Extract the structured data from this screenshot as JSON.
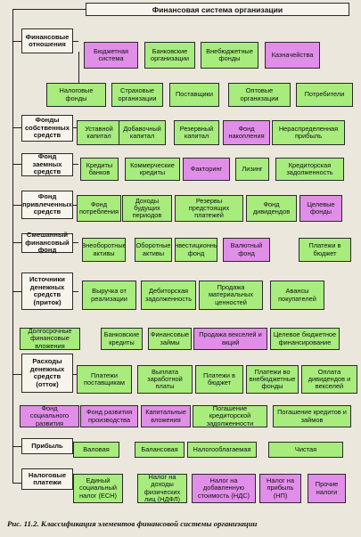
{
  "title": "Финансовая система организации",
  "caption": "Рис. 11.2. Классификация элементов финансовой системы организации",
  "colors": {
    "green": "#a7ec7d",
    "pink": "#e08ee8",
    "paper": "#f7f4ec"
  },
  "categories": [
    {
      "label": "Финансовые отношения"
    },
    {
      "label": "Фонды собственных средств"
    },
    {
      "label": "Фонд заемных средств"
    },
    {
      "label": "Фонд привлеченных средств"
    },
    {
      "label": "Смешанный финансовый фонд"
    },
    {
      "label": "Источники денежных средств (приток)"
    },
    {
      "label": "Расходы денежных средств (отток)"
    },
    {
      "label": "Прибыль"
    },
    {
      "label": "Налоговые платежи"
    }
  ],
  "items": [
    {
      "label": "Бюджетная система",
      "color": "pink"
    },
    {
      "label": "Банковские организации",
      "color": "green"
    },
    {
      "label": "Внебюджетные фонды",
      "color": "green"
    },
    {
      "label": "Казначейства",
      "color": "pink"
    },
    {
      "label": "Налоговые фонды",
      "color": "green"
    },
    {
      "label": "Страховые организации",
      "color": "green"
    },
    {
      "label": "Поставщики",
      "color": "green"
    },
    {
      "label": "Оптовые организации",
      "color": "green"
    },
    {
      "label": "Потребители",
      "color": "green"
    },
    {
      "label": "Уставной капитал",
      "color": "green"
    },
    {
      "label": "Добавочный капитал",
      "color": "green"
    },
    {
      "label": "Резервный капитал",
      "color": "green"
    },
    {
      "label": "Фонд накопления",
      "color": "pink"
    },
    {
      "label": "Нераспределенная прибыль",
      "color": "green"
    },
    {
      "label": "Кредиты банков",
      "color": "green"
    },
    {
      "label": "Коммерческие кредиты",
      "color": "green"
    },
    {
      "label": "Факторинг",
      "color": "pink"
    },
    {
      "label": "Лизинг",
      "color": "green"
    },
    {
      "label": "Кредиторская задолженность",
      "color": "green"
    },
    {
      "label": "Фонд потребления",
      "color": "green"
    },
    {
      "label": "Доходы будущих периодов",
      "color": "green"
    },
    {
      "label": "Резервы предстоящих платежей",
      "color": "green"
    },
    {
      "label": "Фонд дивидендов",
      "color": "green"
    },
    {
      "label": "Целевые фонды",
      "color": "pink"
    },
    {
      "label": "Внеоборотные активы",
      "color": "green"
    },
    {
      "label": "Оборотные активы",
      "color": "green"
    },
    {
      "label": "Инвестиционный фонд",
      "color": "green"
    },
    {
      "label": "Валютный фонд",
      "color": "pink"
    },
    {
      "label": "Платежи в бюджет",
      "color": "green"
    },
    {
      "label": "Выручка от реализации",
      "color": "green"
    },
    {
      "label": "Дебиторская задолженность",
      "color": "green"
    },
    {
      "label": "Продажа материальных ценностей",
      "color": "green"
    },
    {
      "label": "Авансы покупателей",
      "color": "green"
    },
    {
      "label": "Долгосрочные финансовые вложения",
      "color": "green"
    },
    {
      "label": "Банковские кредиты",
      "color": "green"
    },
    {
      "label": "Финансовые займы",
      "color": "green"
    },
    {
      "label": "Продажа векселей и акций",
      "color": "pink"
    },
    {
      "label": "Целевое бюджетное финансирование",
      "color": "green"
    },
    {
      "label": "Платежи поставщикам",
      "color": "green"
    },
    {
      "label": "Выплата заработной платы",
      "color": "green"
    },
    {
      "label": "Платежи в бюджет",
      "color": "green"
    },
    {
      "label": "Платежи во внебюджетные фонды",
      "color": "green"
    },
    {
      "label": "Оплата дивидендов и векселей",
      "color": "green"
    },
    {
      "label": "Фонд социального развития",
      "color": "pink"
    },
    {
      "label": "Фонд развития производства",
      "color": "pink"
    },
    {
      "label": "Капитальные вложения",
      "color": "pink"
    },
    {
      "label": "Погашение кредиторской задолженности",
      "color": "green"
    },
    {
      "label": "Погашение кредитов и займов",
      "color": "green"
    },
    {
      "label": "Валовая",
      "color": "green"
    },
    {
      "label": "Балансовая",
      "color": "green"
    },
    {
      "label": "Налогооблагаемая",
      "color": "green"
    },
    {
      "label": "Чистая",
      "color": "green"
    },
    {
      "label": "Единый социальный налог (ЕСН)",
      "color": "green"
    },
    {
      "label": "Налог на доходы физических лиц (НДФЛ)",
      "color": "green"
    },
    {
      "label": "Налог на добавленную стоимость (НДС)",
      "color": "pink"
    },
    {
      "label": "Налог на прибыль (НП)",
      "color": "pink"
    },
    {
      "label": "Прочие налоги",
      "color": "pink"
    }
  ]
}
